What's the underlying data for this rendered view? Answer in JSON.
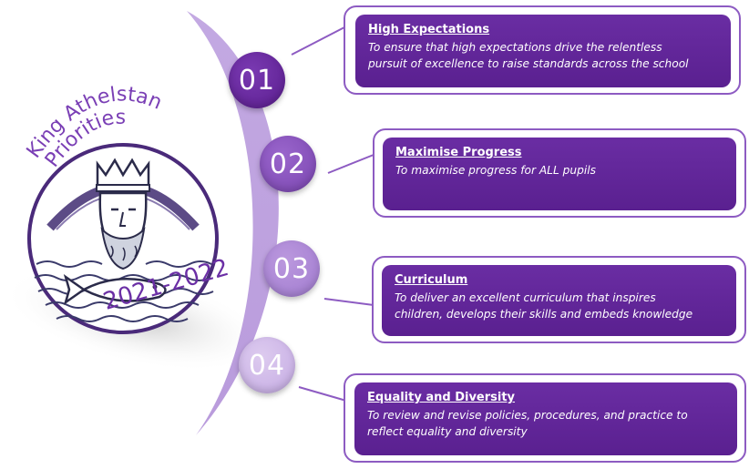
{
  "logo": {
    "title_line1": "King Athelstan",
    "title_line2": "Priorities",
    "years": "2021-2022"
  },
  "priorities": [
    {
      "number": "01",
      "title": "High Expectations",
      "description_line1": "To ensure that high expectations drive the relentless",
      "description_line2": "pursuit of excellence to raise standards across the school"
    },
    {
      "number": "02",
      "title": "Maximise Progress",
      "description_line1": "To maximise progress for ALL pupils",
      "description_line2": ""
    },
    {
      "number": "03",
      "title": "Curriculum",
      "description_line1": "To deliver an excellent curriculum that inspires",
      "description_line2": "children, develops their skills and embeds knowledge"
    },
    {
      "number": "04",
      "title": "Equality and Diversity",
      "description_line1": "To review and revise policies, procedures, and practice to",
      "description_line2": "reflect equality and diversity"
    }
  ],
  "colors": {
    "primary_purple": "#5a2090",
    "badge_01": "#6a2aa0",
    "badge_02": "#8a55be",
    "badge_03": "#ad86d6",
    "badge_04": "#cdb6e7",
    "arc": "#c7b0e4",
    "card_border": "#8d5bc2"
  },
  "icons": [
    "king-head-icon",
    "fish-icon"
  ]
}
